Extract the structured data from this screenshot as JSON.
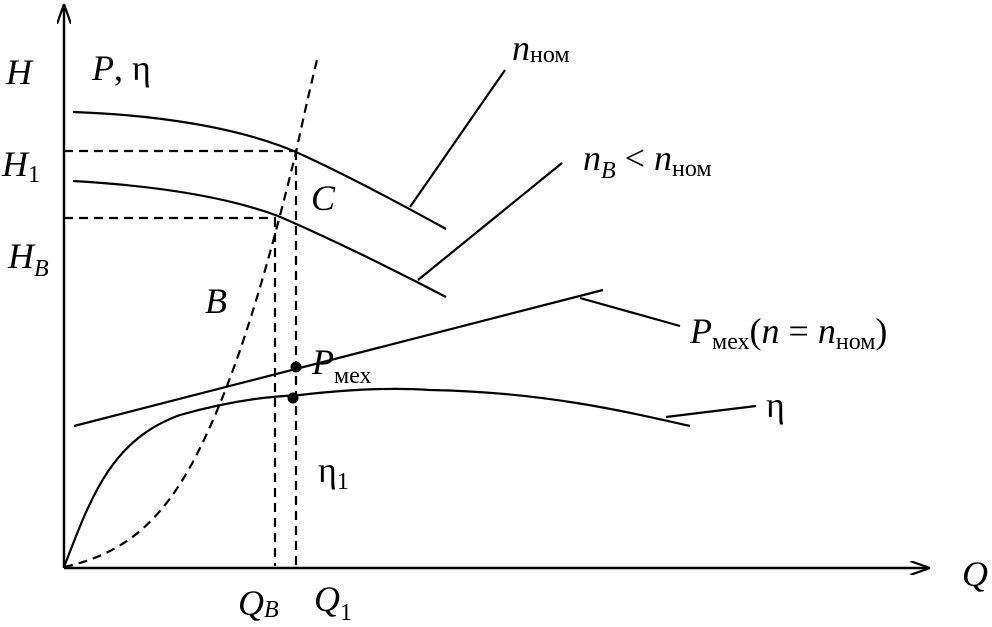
{
  "axes": {
    "y_label_h": "H",
    "y_label_p": "P",
    "y_label_p_sep": ", ",
    "y_label_eta": "η",
    "x_label": "Q"
  },
  "ticks": {
    "h1_main": "H",
    "h1_sub": "1",
    "hb_main": "H",
    "hb_sub": "B",
    "qb_main": "Q",
    "qb_sub": "B",
    "q1_main": "Q",
    "q1_sub": "1"
  },
  "points": {
    "c": "C",
    "b": "B",
    "pmex_main": "P",
    "pmex_sub": "мех",
    "eta1_main": "η",
    "eta1_sub": "1"
  },
  "legend": {
    "nnom_main": "n",
    "nnom_sub": "ном",
    "nb_main": "n",
    "nb_sub": "B",
    "nb_lt": " < ",
    "nb_n2": "n",
    "nb_sub2": "ном",
    "pmex_main": "P",
    "pmex_sub": "мех",
    "pmex_open": "(",
    "pmex_n": "n",
    "pmex_eq": " = ",
    "pmex_n2": "n",
    "pmex_sub2": "ном",
    "pmex_close": ")",
    "eta": "η"
  }
}
